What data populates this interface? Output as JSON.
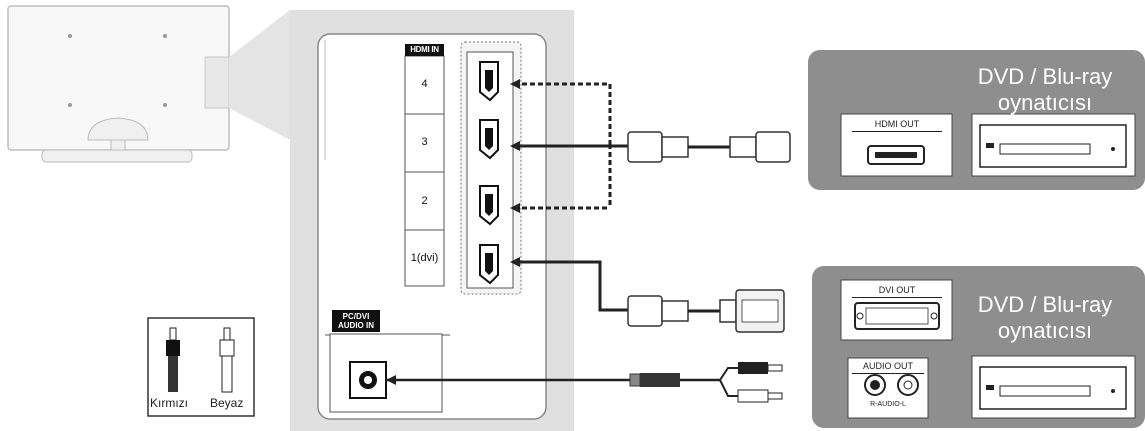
{
  "tv_panel": {
    "hdmi_in_label": "HDMI IN",
    "hdmi_ports": [
      "4",
      "3",
      "2",
      "1(dvi)"
    ],
    "pc_dvi_audio_in_label": "PC/DVI\nAUDIO IN"
  },
  "devices": {
    "top": {
      "title_line1": "DVD / Blu-ray",
      "title_line2": "oynatıcısı",
      "port_label": "HDMI OUT"
    },
    "bottom": {
      "title_line1": "DVD / Blu-ray",
      "title_line2": "oynatıcısı",
      "dvi_out_label": "DVI OUT",
      "audio_out_label": "AUDIO OUT",
      "audio_sub_label": "R-AUDIO-L"
    }
  },
  "legend": {
    "red_label": "Kırmızı",
    "white_label": "Beyaz"
  },
  "colors": {
    "panel_grey": "#e0e0e0",
    "device_box_grey": "#8e8e8e",
    "cable_dark": "#2a2a2a"
  }
}
